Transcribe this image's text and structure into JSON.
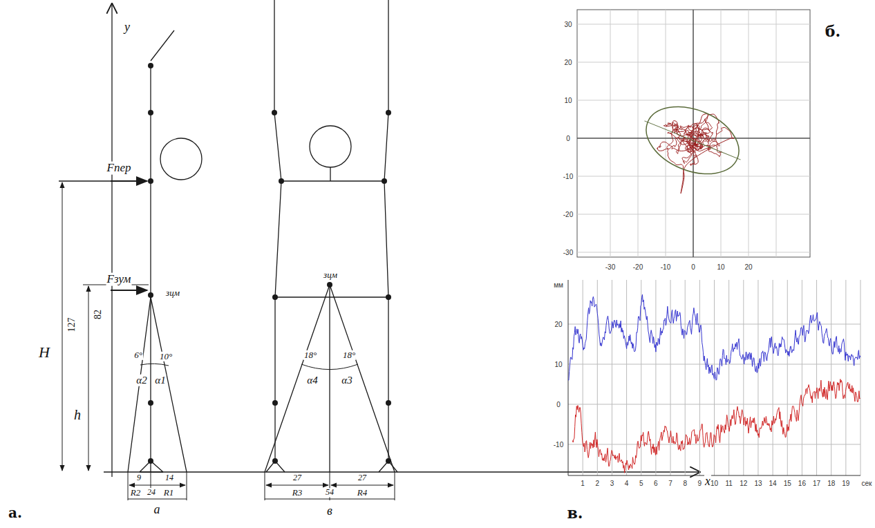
{
  "diagram": {
    "labels": [
      "y",
      "Fпер",
      "Fзум",
      "зцм",
      "зцм",
      "H",
      "127",
      "h",
      "82",
      "6°",
      "10°",
      "α2",
      "α1",
      "18°",
      "18°",
      "α4",
      "α3",
      "x",
      "9",
      "14",
      "R2",
      "24",
      "R1",
      "a",
      "27",
      "27",
      "R3",
      "54",
      "R4",
      "в",
      "а.",
      "30",
      "20",
      "10",
      "0",
      "-10",
      "-20",
      "-30",
      "-30",
      "-20",
      "-10",
      "0",
      "10",
      "20",
      "б.",
      "мм",
      "20",
      "10",
      "0",
      "-10",
      "1",
      "2",
      "3",
      "4",
      "5",
      "6",
      "7",
      "8",
      "9",
      "10",
      "11",
      "12",
      "13",
      "14",
      "15",
      "16",
      "17",
      "18",
      "19",
      "сек",
      "в."
    ]
  }
}
